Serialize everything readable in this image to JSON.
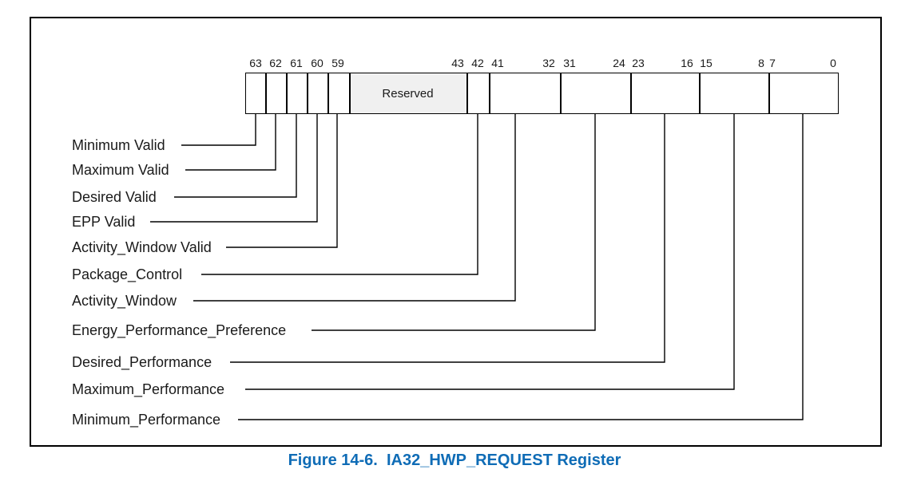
{
  "figure": {
    "caption": "Figure 14-6.  IA32_HWP_REQUEST Register",
    "caption_color": "#0f6cb6"
  },
  "register": {
    "reserved_label": "Reserved",
    "bit_numbers": [
      "63",
      "62",
      "61",
      "60",
      "59",
      "43",
      "42",
      "41",
      "32",
      "31",
      "24",
      "23",
      "16",
      "15",
      "8",
      "7",
      "0"
    ],
    "fields": [
      {
        "label": "Minimum Valid",
        "bit": "63"
      },
      {
        "label": "Maximum Valid",
        "bit": "62"
      },
      {
        "label": "Desired Valid",
        "bit": "61"
      },
      {
        "label": "EPP Valid",
        "bit": "60"
      },
      {
        "label": "Activity_Window Valid",
        "bit": "59"
      },
      {
        "label": "Package_Control",
        "bit": "42"
      },
      {
        "label": "Activity_Window",
        "bit": "41:32"
      },
      {
        "label": "Energy_Performance_Preference",
        "bit": "31:24"
      },
      {
        "label": "Desired_Performance",
        "bit": "23:16"
      },
      {
        "label": "Maximum_Performance",
        "bit": "15:8"
      },
      {
        "label": "Minimum_Performance",
        "bit": "7:0"
      }
    ],
    "colors": {
      "reserved_fill": "#f0f0f0",
      "line_color": "#000000",
      "text_color": "#1a1a1a"
    }
  }
}
